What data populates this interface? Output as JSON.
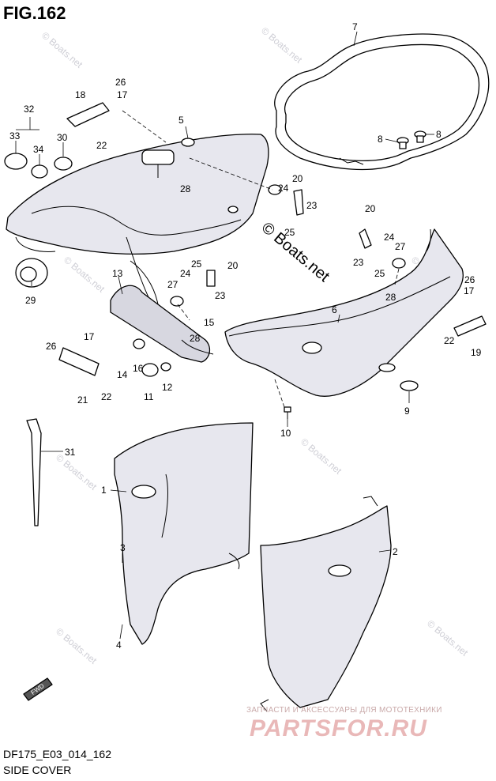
{
  "figure": {
    "title": "FIG.162",
    "code": "DF175_E03_014_162",
    "caption": "SIDE COVER"
  },
  "watermark": {
    "text": "© Boats.net",
    "repeat": "© Boats.net"
  },
  "brand": {
    "subtitle": "ЗАПЧАСТИ И АКСЕССУАРЫ ДЛЯ МОТОТЕХНИКИ",
    "name": "PARTSFOR.RU"
  },
  "fwd_label": "FWD",
  "callouts": [
    {
      "id": "1",
      "label": "1"
    },
    {
      "id": "2",
      "label": "2"
    },
    {
      "id": "3",
      "label": "3"
    },
    {
      "id": "4",
      "label": "4"
    },
    {
      "id": "5",
      "label": "5"
    },
    {
      "id": "6",
      "label": "6"
    },
    {
      "id": "7",
      "label": "7"
    },
    {
      "id": "8a",
      "label": "8"
    },
    {
      "id": "8b",
      "label": "8"
    },
    {
      "id": "9",
      "label": "9"
    },
    {
      "id": "10",
      "label": "10"
    },
    {
      "id": "11",
      "label": "11"
    },
    {
      "id": "12",
      "label": "12"
    },
    {
      "id": "13",
      "label": "13"
    },
    {
      "id": "14",
      "label": "14"
    },
    {
      "id": "15",
      "label": "15"
    },
    {
      "id": "16",
      "label": "16"
    },
    {
      "id": "17a",
      "label": "17"
    },
    {
      "id": "17b",
      "label": "17"
    },
    {
      "id": "17c",
      "label": "17"
    },
    {
      "id": "18",
      "label": "18"
    },
    {
      "id": "19",
      "label": "19"
    },
    {
      "id": "20a",
      "label": "20"
    },
    {
      "id": "20b",
      "label": "20"
    },
    {
      "id": "20c",
      "label": "20"
    },
    {
      "id": "21",
      "label": "21"
    },
    {
      "id": "22a",
      "label": "22"
    },
    {
      "id": "22b",
      "label": "22"
    },
    {
      "id": "22c",
      "label": "22"
    },
    {
      "id": "23a",
      "label": "23"
    },
    {
      "id": "23b",
      "label": "23"
    },
    {
      "id": "23c",
      "label": "23"
    },
    {
      "id": "24a",
      "label": "24"
    },
    {
      "id": "24b",
      "label": "24"
    },
    {
      "id": "24c",
      "label": "24"
    },
    {
      "id": "25a",
      "label": "25"
    },
    {
      "id": "25b",
      "label": "25"
    },
    {
      "id": "25c",
      "label": "25"
    },
    {
      "id": "26a",
      "label": "26"
    },
    {
      "id": "26b",
      "label": "26"
    },
    {
      "id": "26c",
      "label": "26"
    },
    {
      "id": "27a",
      "label": "27"
    },
    {
      "id": "27b",
      "label": "27"
    },
    {
      "id": "28a",
      "label": "28"
    },
    {
      "id": "28b",
      "label": "28"
    },
    {
      "id": "28c",
      "label": "28"
    },
    {
      "id": "29",
      "label": "29"
    },
    {
      "id": "30",
      "label": "30"
    },
    {
      "id": "31",
      "label": "31"
    },
    {
      "id": "32",
      "label": "32"
    },
    {
      "id": "33",
      "label": "33"
    },
    {
      "id": "34",
      "label": "34"
    }
  ]
}
